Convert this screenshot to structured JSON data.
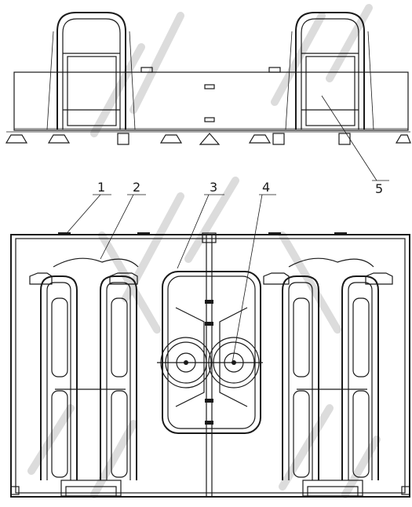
{
  "callouts": [
    {
      "id": "1",
      "text": "1"
    },
    {
      "id": "2",
      "text": "2"
    },
    {
      "id": "3",
      "text": "3"
    },
    {
      "id": "4",
      "text": "4"
    },
    {
      "id": "5",
      "text": "5"
    }
  ],
  "colors": {
    "line": "#1a1a1a",
    "background": "#ffffff",
    "watermark": "#dcdcdc"
  }
}
